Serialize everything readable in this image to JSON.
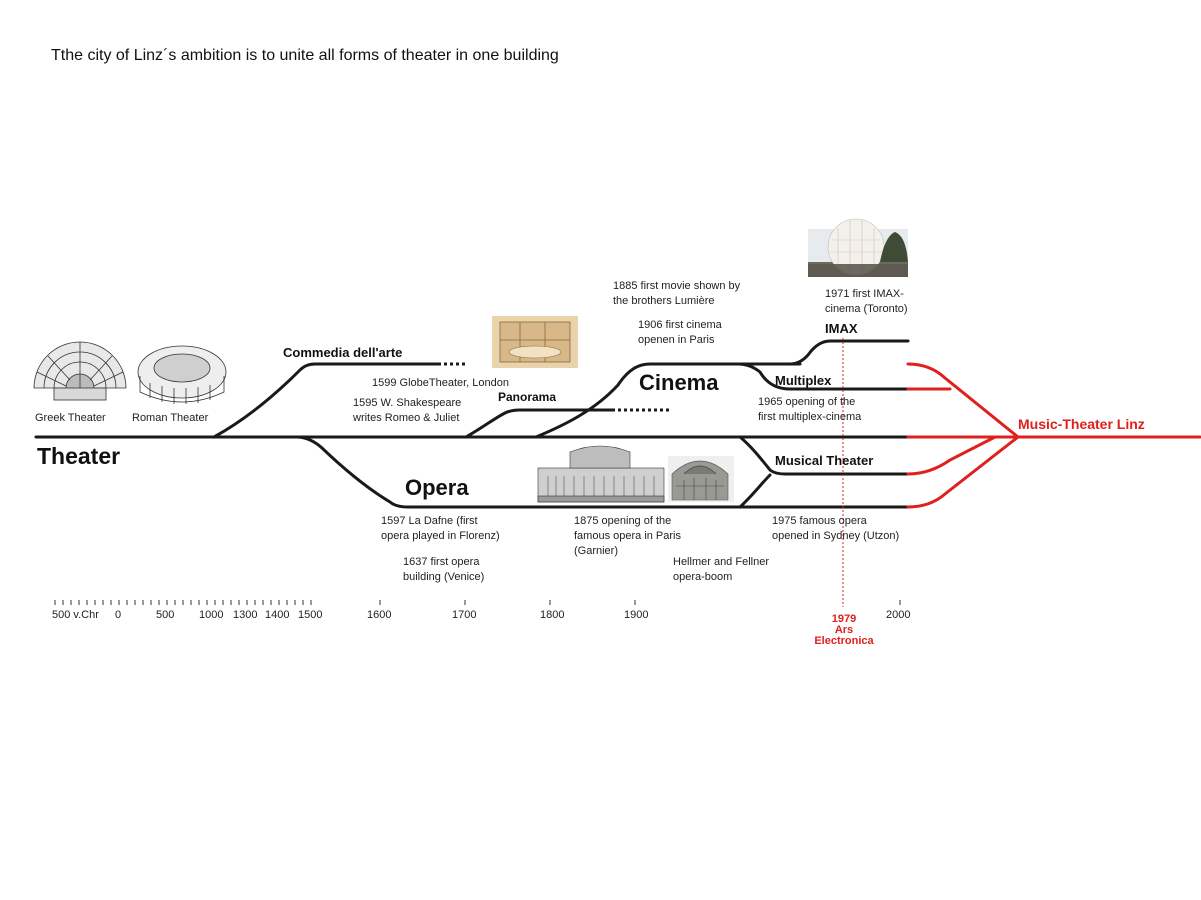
{
  "title": "Tthe city of Linz´s ambition is to unite all forms of theater in one building",
  "main_labels": {
    "theater": "Theater",
    "opera": "Opera",
    "cinema": "Cinema",
    "music_theater_linz": "Music-Theater Linz"
  },
  "branch_labels": {
    "commedia": "Commedia dell'arte",
    "panorama": "Panorama",
    "imax": "IMAX",
    "multiplex": "Multiplex",
    "musical_theater": "Musical Theater"
  },
  "image_captions": {
    "greek": "Greek Theater",
    "roman": "Roman Theater"
  },
  "annotations": {
    "globe": "1599 GlobeTheater, London",
    "shakespeare": "1595 W. Shakespeare\nwrites Romeo & Juliet",
    "lumiere": "1885 first movie shown by\nthe brothers Lumière",
    "cinema_paris": "1906 first cinema\nopenen in Paris",
    "imax_toronto": "1971 first IMAX-\ncinema (Toronto)",
    "multiplex_1965": "1965 opening of the\nfirst multiplex-cinema",
    "dafne": "1597 La Dafne (first\nopera played in Florenz)",
    "venice": "1637 first opera\nbuilding (Venice)",
    "garnier": "1875 opening of the\nfamous opera in Paris\n(Garnier)",
    "hellmer": "Hellmer and Fellner\nopera-boom",
    "sydney": "1975 famous opera\nopened in Sydney (Utzon)"
  },
  "axis_ticks": [
    "500 v.Chr",
    "0",
    "500",
    "1000",
    "1300",
    "1400",
    "1500",
    "1600",
    "1700",
    "1800",
    "1900",
    "2000"
  ],
  "marker": {
    "year": "1979",
    "line1": "Ars",
    "line2": "Electronica"
  },
  "colors": {
    "line": "#1a1a1a",
    "accent": "#e0201c",
    "text": "#222222"
  }
}
